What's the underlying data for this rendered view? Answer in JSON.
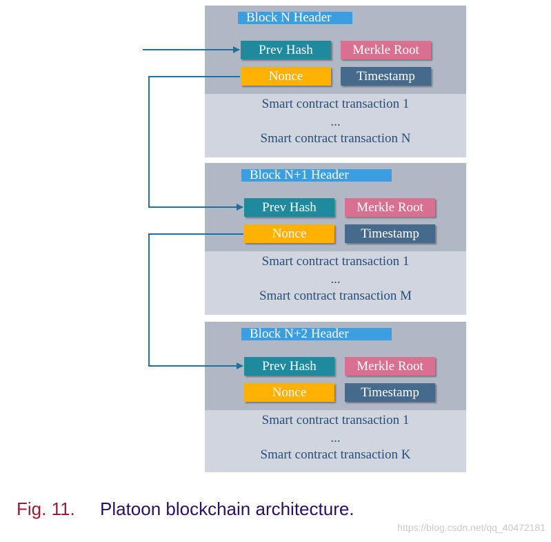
{
  "blocks": [
    {
      "header": "Block N Header",
      "fields": {
        "prev_hash": "Prev Hash",
        "merkle_root": "Merkle Root",
        "nonce": "Nonce",
        "timestamp": "Timestamp"
      },
      "transactions": [
        "Smart contract transaction 1",
        "...",
        "Smart contract transaction N"
      ]
    },
    {
      "header": "Block N+1 Header",
      "fields": {
        "prev_hash": "Prev Hash",
        "merkle_root": "Merkle Root",
        "nonce": "Nonce",
        "timestamp": "Timestamp"
      },
      "transactions": [
        "Smart contract transaction 1",
        "...",
        "Smart contract transaction M"
      ]
    },
    {
      "header": "Block N+2 Header",
      "fields": {
        "prev_hash": "Prev Hash",
        "merkle_root": "Merkle Root",
        "nonce": "Nonce",
        "timestamp": "Timestamp"
      },
      "transactions": [
        "Smart contract transaction 1",
        "...",
        "Smart contract transaction K"
      ]
    }
  ],
  "caption": {
    "label": "Fig. 11.",
    "text": "Platoon blockchain architecture."
  },
  "watermark": "https://blog.csdn.net/qq_40472181",
  "colors": {
    "block_top": "#b0b8c5",
    "block_bottom": "#d0d5de",
    "header_label": "#3a9ee0",
    "prev_hash": "#1f8a9e",
    "merkle_root": "#d9708f",
    "nonce": "#ffb000",
    "timestamp": "#456a8b",
    "arrow": "#1f6fa0",
    "transaction_text": "#274d7c"
  }
}
